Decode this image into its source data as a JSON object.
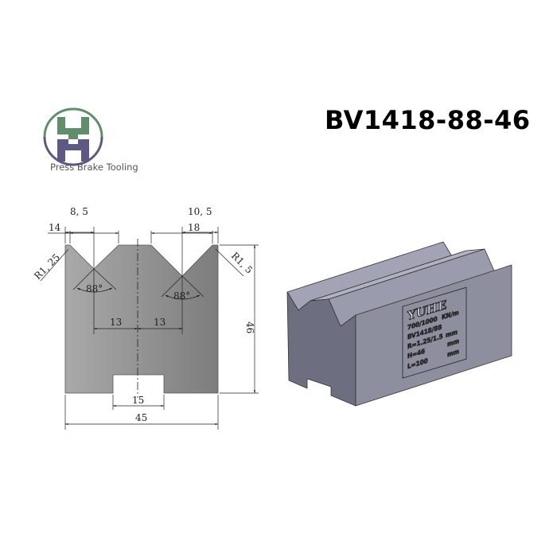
{
  "product_code": "BV1418-88-46",
  "logo": {
    "tagline": "Press Brake Tooling",
    "colors": {
      "top": "#5f8f6a",
      "bottom": "#5d5987"
    }
  },
  "drawing": {
    "dims": {
      "left_offset": "8, 5",
      "right_offset": "10, 5",
      "left_v_width": "14",
      "right_v_width": "18",
      "left_radius": "R1, 25",
      "right_radius": "R1, 5",
      "left_angle": "88°",
      "right_angle": "88°",
      "left_center": "13",
      "right_center": "13",
      "height": "46",
      "slot_width": "15",
      "total_width": "45"
    }
  },
  "nameplate": {
    "brand": "YUHE",
    "line1": "700/1000",
    "line1_unit": "KN/m",
    "line2": "BV1418/88",
    "line3": "R=1.25/1.5",
    "line3_unit": "mm",
    "line4": "H=46",
    "line4_unit": "mm",
    "line5": "L=100",
    "line5_unit": "mm"
  }
}
